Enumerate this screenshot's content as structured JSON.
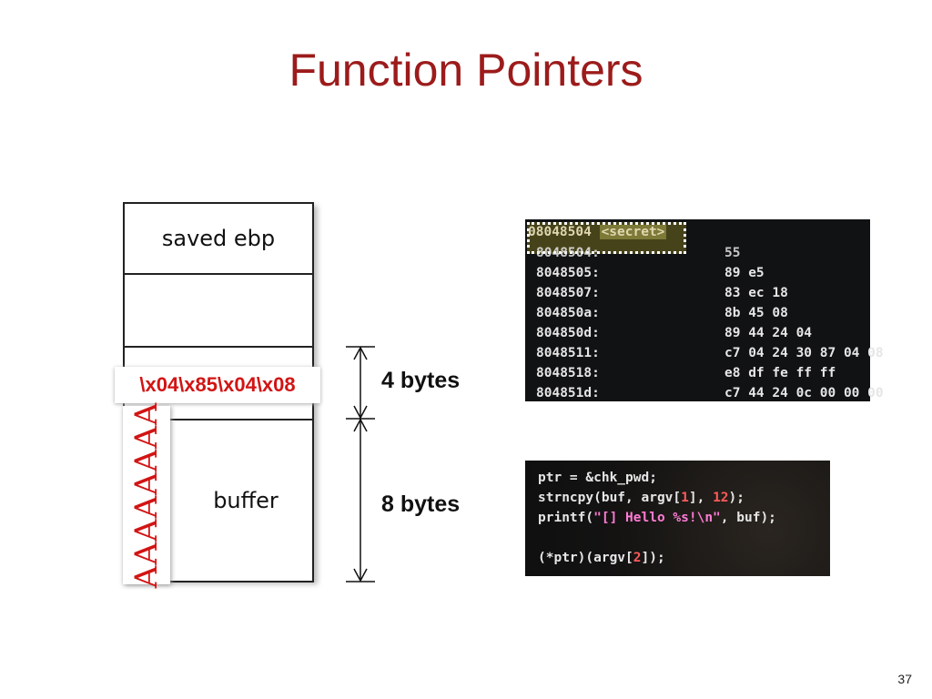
{
  "slide": {
    "title": "Function Pointers",
    "page_number": "37"
  },
  "stack": {
    "saved_ebp": "saved ebp",
    "buffer": "buffer",
    "return_overwrite": "\\x04\\x85\\x04\\x08",
    "padding": "AAAAAAAA"
  },
  "dimensions": {
    "four": "4 bytes",
    "eight": "8 bytes"
  },
  "asm": {
    "head_addr": "08048504",
    "head_symbol": "<secret>",
    "rows": [
      {
        "addr": "8048504:",
        "bytes": "55"
      },
      {
        "addr": "8048505:",
        "bytes": "89 e5"
      },
      {
        "addr": "8048507:",
        "bytes": "83 ec 18"
      },
      {
        "addr": "804850a:",
        "bytes": "8b 45 08"
      },
      {
        "addr": "804850d:",
        "bytes": "89 44 24 04"
      },
      {
        "addr": "8048511:",
        "bytes": "c7 04 24 30 87 04 08"
      },
      {
        "addr": "8048518:",
        "bytes": "e8 df fe ff ff"
      },
      {
        "addr": "804851d:",
        "bytes": "c7 44 24 0c 00 00 00"
      }
    ]
  },
  "source": {
    "line1": "ptr = &chk_pwd;",
    "line2_pre": "strncpy(buf, argv[",
    "line2_n1": "1",
    "line2_mid": "], ",
    "line2_n2": "12",
    "line2_post": ");",
    "line3_pre": "printf(",
    "line3_str": "\"[] Hello %s!\\n\"",
    "line3_post": ", buf);",
    "line4_pre": "(*ptr)(argv[",
    "line4_n": "2",
    "line4_post": "]);"
  },
  "colors": {
    "title": "#9c1b1b",
    "exploit_red": "#d21414",
    "code_bg": "#111214",
    "number": "#ff5a5a",
    "string": "#ff7bd5"
  }
}
